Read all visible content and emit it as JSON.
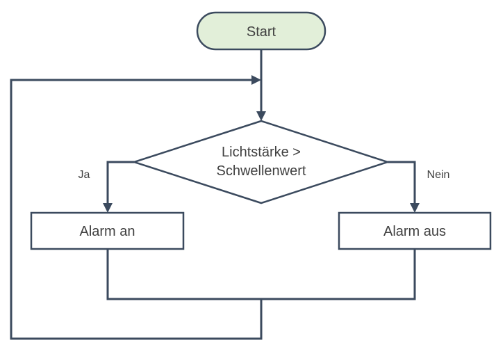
{
  "diagram": {
    "start": {
      "label": "Start"
    },
    "decision": {
      "line1": "Lichtstärke >",
      "line2": "Schwellenwert"
    },
    "branch_yes": {
      "label": "Ja"
    },
    "branch_no": {
      "label": "Nein"
    },
    "process_yes": {
      "label": "Alarm an"
    },
    "process_no": {
      "label": "Alarm aus"
    }
  },
  "colors": {
    "line": "#3b4a5e",
    "start_fill": "#e2efd9",
    "text": "#404040"
  }
}
